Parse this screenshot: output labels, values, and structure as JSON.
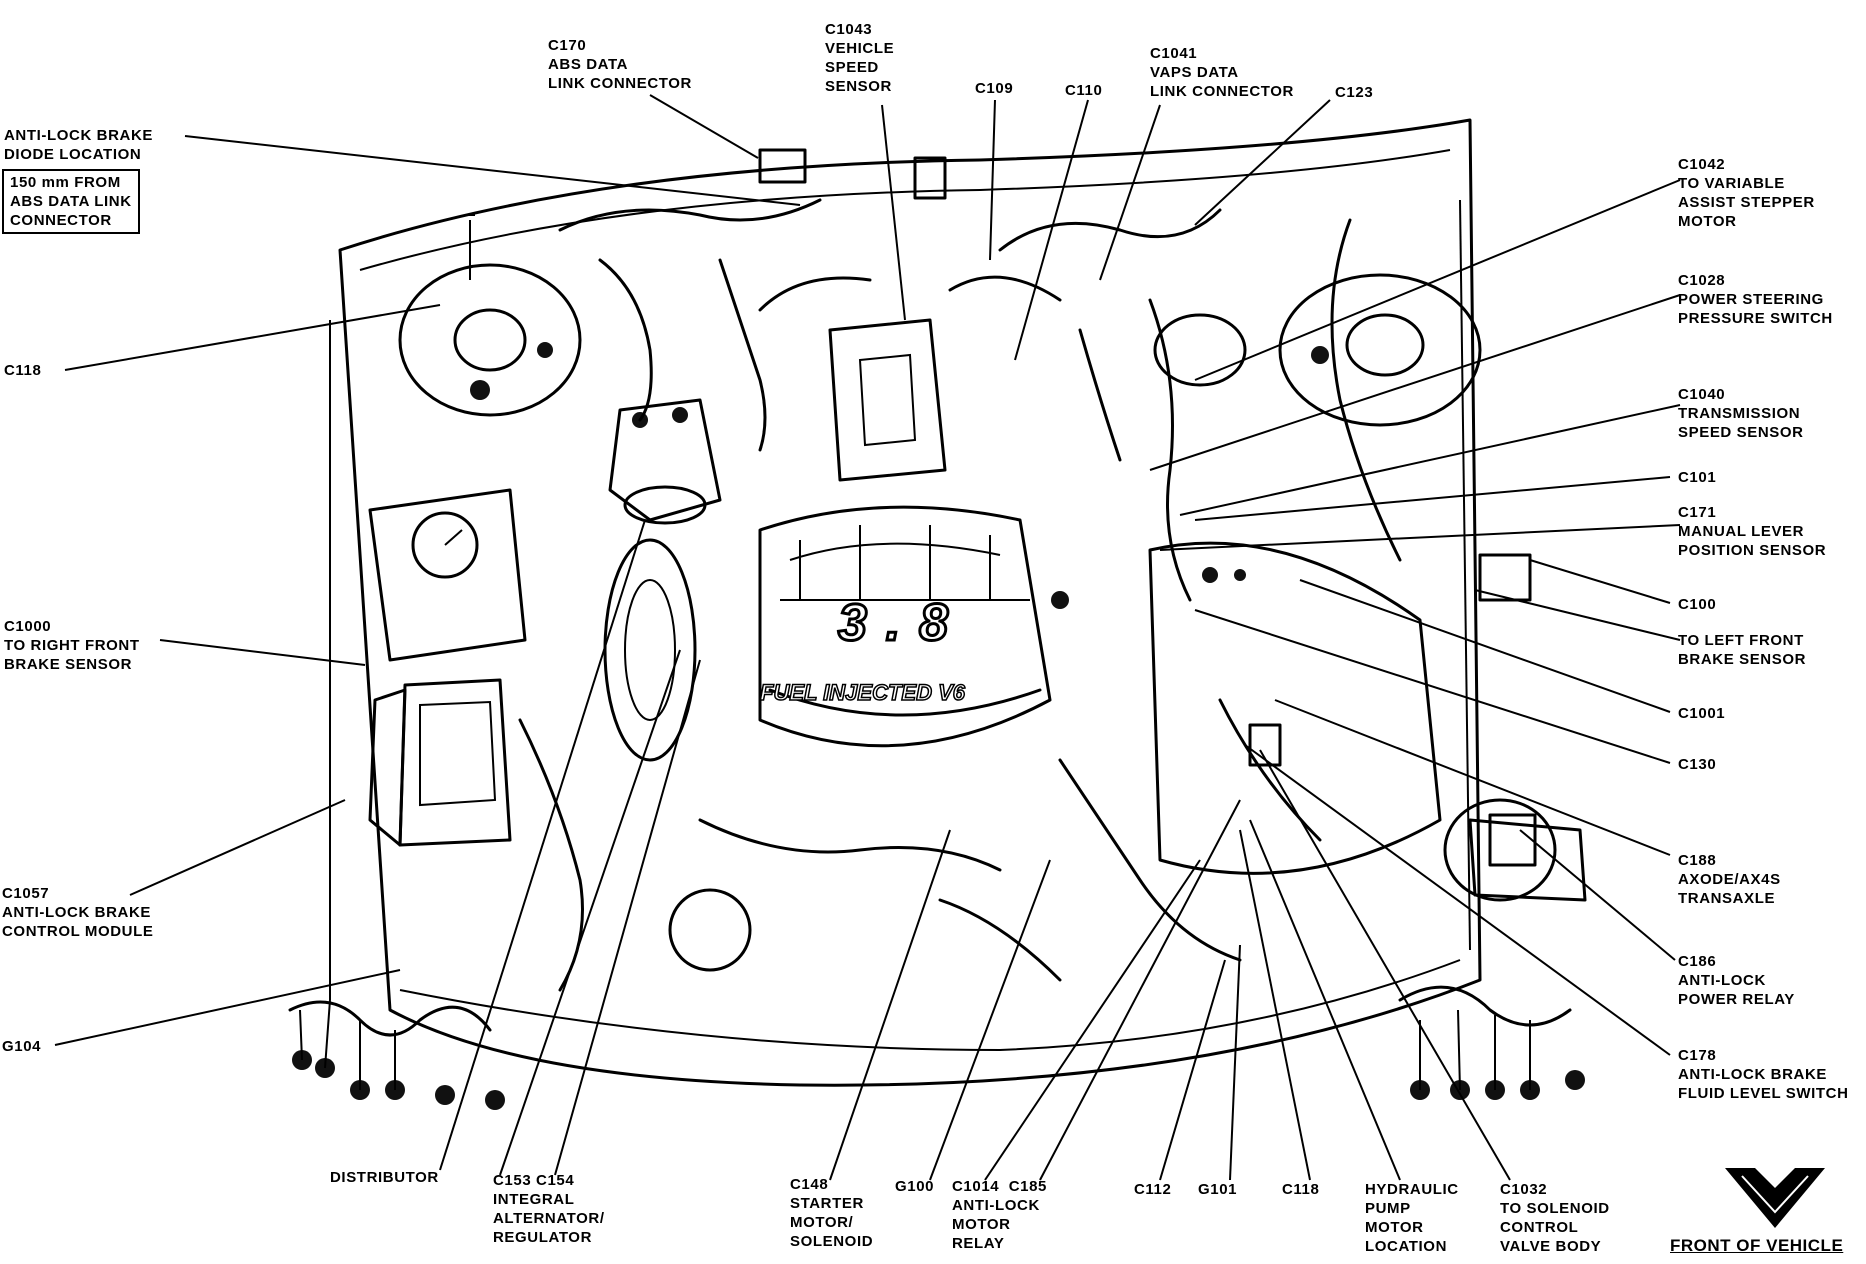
{
  "labels": {
    "antilock_diode": [
      "ANTI-LOCK BRAKE",
      "DIODE LOCATION"
    ],
    "diode_note": [
      "150 mm FROM",
      "ABS DATA LINK",
      "CONNECTOR"
    ],
    "c170": [
      "C170",
      "ABS DATA",
      "LINK CONNECTOR"
    ],
    "c1043": [
      "C1043",
      "VEHICLE",
      "SPEED",
      "SENSOR"
    ],
    "c109": [
      "C109"
    ],
    "c110": [
      "C110"
    ],
    "c1041": [
      "C1041",
      "VAPS DATA",
      "LINK CONNECTOR"
    ],
    "c123": [
      "C123"
    ],
    "c1042": [
      "C1042",
      "TO VARIABLE",
      "ASSIST STEPPER",
      "MOTOR"
    ],
    "c1028": [
      "C1028",
      "POWER STEERING",
      "PRESSURE SWITCH"
    ],
    "c1040": [
      "C1040",
      "TRANSMISSION",
      "SPEED SENSOR"
    ],
    "c101": [
      "C101"
    ],
    "c171": [
      "C171",
      "MANUAL LEVER",
      "POSITION SENSOR"
    ],
    "c100": [
      "C100"
    ],
    "left_front_brake": [
      "TO LEFT FRONT",
      "BRAKE SENSOR"
    ],
    "c1001": [
      "C1001"
    ],
    "c130": [
      "C130"
    ],
    "c188": [
      "C188",
      "AXODE/AX4S",
      "TRANSAXLE"
    ],
    "c186": [
      "C186",
      "ANTI-LOCK",
      "POWER RELAY"
    ],
    "c178": [
      "C178",
      "ANTI-LOCK BRAKE",
      "FLUID LEVEL SWITCH"
    ],
    "c118_left": [
      "C118"
    ],
    "c1000": [
      "C1000",
      "TO RIGHT FRONT",
      "BRAKE SENSOR"
    ],
    "c1057": [
      "C1057",
      "ANTI-LOCK BRAKE",
      "CONTROL MODULE"
    ],
    "g104": [
      "G104"
    ],
    "distributor": [
      "DISTRIBUTOR"
    ],
    "c153_c154": [
      "C153 C154",
      "INTEGRAL",
      "ALTERNATOR/",
      "REGULATOR"
    ],
    "c148": [
      "C148",
      "STARTER",
      "MOTOR/",
      "SOLENOID"
    ],
    "g100": [
      "G100"
    ],
    "c1014_c185": [
      "C1014  C185",
      "ANTI-LOCK",
      "MOTOR",
      "RELAY"
    ],
    "c112": [
      "C112"
    ],
    "g101": [
      "G101"
    ],
    "c118_bottom": [
      "C118"
    ],
    "hydraulic_pump": [
      "HYDRAULIC",
      "PUMP",
      "MOTOR",
      "LOCATION"
    ],
    "c1032": [
      "C1032",
      "TO SOLENOID",
      "CONTROL",
      "VALVE BODY"
    ]
  },
  "engine_badge": {
    "displacement": "3.8",
    "cover_text": "FUEL INJECTED V6"
  },
  "front_of_vehicle": "FRONT OF VEHICLE",
  "front_icon": "front-arrow-icon",
  "colors": {
    "ink": "#000000",
    "paper": "#ffffff"
  }
}
